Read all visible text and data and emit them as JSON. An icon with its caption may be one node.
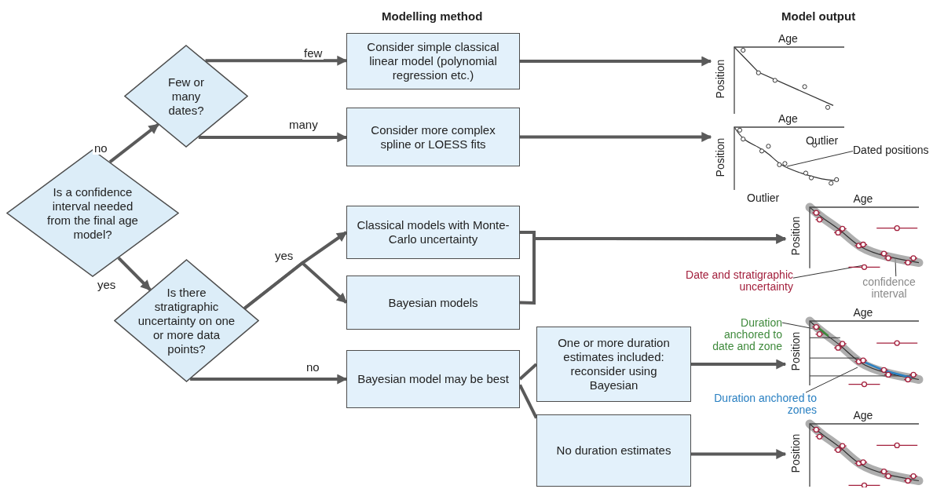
{
  "diagram": {
    "nodes": [
      {
        "text": [
          "Is a confidence interval needed from the final age model?"
        ]
      },
      {
        "text": [
          "Few or many dates?"
        ]
      },
      {
        "text": [
          "Is there stratigraphic uncertainty on one or more data points?"
        ]
      },
      {
        "text": [
          "Consider simple classical linear model (polynomial regression etc.)"
        ]
      },
      {
        "text": [
          "Consider more complex spline or LOESS fits"
        ]
      },
      {
        "text": [
          "Classical models with Monte-Carlo uncertainty"
        ]
      },
      {
        "text": [
          "Bayesian models"
        ]
      },
      {
        "text": [
          "Bayesian model may be best"
        ]
      },
      {
        "text": [
          "One or more duration estimates included: reconsider using Bayesian"
        ]
      },
      {
        "text": [
          "No duration estimates"
        ]
      },
      {
        "text": [
          "Age",
          "Position"
        ]
      },
      {
        "text": [
          "Age",
          "Position"
        ]
      },
      {
        "text": [
          "Age",
          "Position"
        ]
      },
      {
        "text": [
          "Age",
          "Position"
        ]
      },
      {
        "text": [
          "Age",
          "Position"
        ]
      },
      {
        "text": [
          "Dated positions"
        ]
      },
      {
        "text": [
          "Date and stratigraphic uncertainty"
        ]
      },
      {
        "text": [
          "confidence interval"
        ]
      },
      {
        "text": [
          "Duration anchored to date and zone"
        ]
      },
      {
        "text": [
          "Duration anchored to zones"
        ]
      }
    ],
    "edges": [
      {
        "from": 0,
        "to": 1,
        "arrow": "to",
        "label": "no"
      },
      {
        "from": 0,
        "to": 2,
        "arrow": "to",
        "label": "yes"
      },
      {
        "from": 1,
        "to": 3,
        "arrow": "to",
        "label": "few"
      },
      {
        "from": 1,
        "to": 4,
        "arrow": "to",
        "label": "many"
      },
      {
        "from": 2,
        "to": 5,
        "arrow": "to",
        "label": "yes"
      },
      {
        "from": 2,
        "to": 6,
        "arrow": "to"
      },
      {
        "from": 2,
        "to": 7,
        "arrow": "to",
        "label": "no"
      },
      {
        "from": 3,
        "to": 10,
        "arrow": "to"
      },
      {
        "from": 4,
        "to": 11,
        "arrow": "to"
      },
      {
        "from": 5,
        "to": 12,
        "arrow": "to"
      },
      {
        "from": 6,
        "to": 12,
        "arrow": "to"
      },
      {
        "from": 7,
        "to": 8,
        "arrow": "none"
      },
      {
        "from": 7,
        "to": 9,
        "arrow": "none"
      },
      {
        "from": 8,
        "to": 13,
        "arrow": "to"
      },
      {
        "from": 9,
        "to": 14,
        "arrow": "to"
      },
      {
        "from": 15,
        "to": 11,
        "arrow": "none",
        "color": "#333333"
      },
      {
        "from": 16,
        "to": 12,
        "arrow": "none",
        "color": "#333333"
      },
      {
        "from": 17,
        "to": 12,
        "arrow": "none",
        "color": "#333333"
      },
      {
        "from": 18,
        "to": 13,
        "arrow": "none",
        "color": "#333333"
      },
      {
        "from": 19,
        "to": 13,
        "arrow": "none",
        "color": "#333333"
      }
    ],
    "labels": [
      "Modelling method",
      "Model output",
      "Outlier",
      "Outlier"
    ]
  }
}
